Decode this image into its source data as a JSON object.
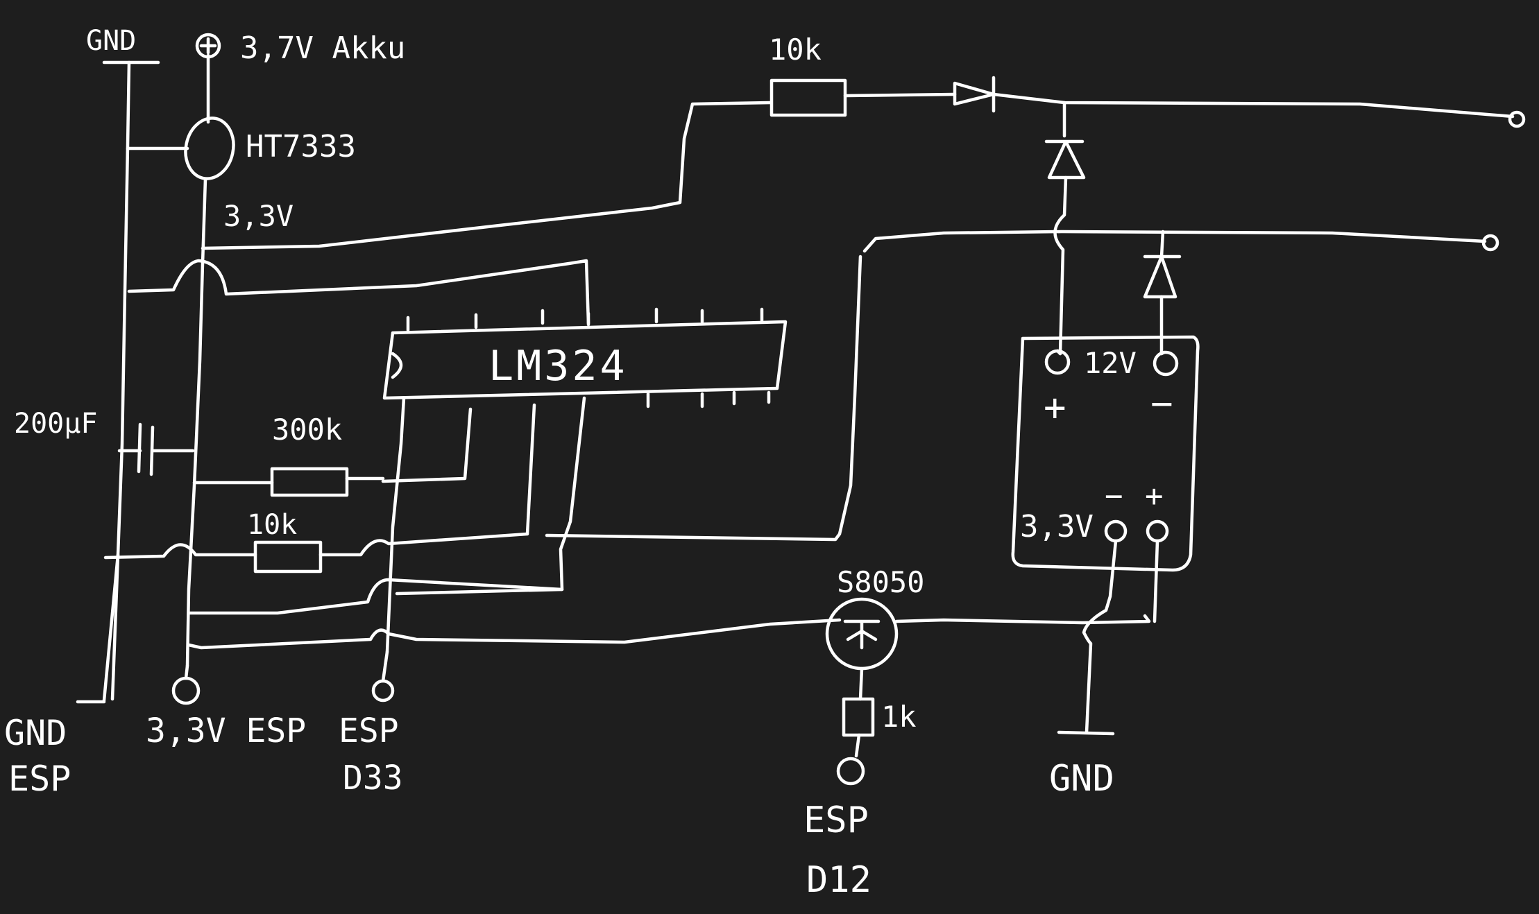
{
  "labels": {
    "gnd_top": "GND",
    "battery": "3,7V Akku",
    "regulator": "HT7333",
    "reg_out": "3,3V",
    "r_top": "10k",
    "opamp": "LM324",
    "cap": "200µF",
    "r_300k": "300k",
    "r_10k_low": "10k",
    "transistor": "S8050",
    "r_1k": "1k",
    "gnd_esp_1": "GND",
    "gnd_esp_2": "ESP",
    "v33_esp": "3,3V ESP",
    "d33_1": "ESP",
    "d33_2": "D33",
    "d12_1": "ESP",
    "d12_2": "D12",
    "gnd_right": "GND",
    "mod_12v": "12V",
    "mod_plus_top": "+",
    "mod_minus_top": "−",
    "mod_33v": "3,3V",
    "mod_minus_bot": "−",
    "mod_plus_bot": "+"
  }
}
